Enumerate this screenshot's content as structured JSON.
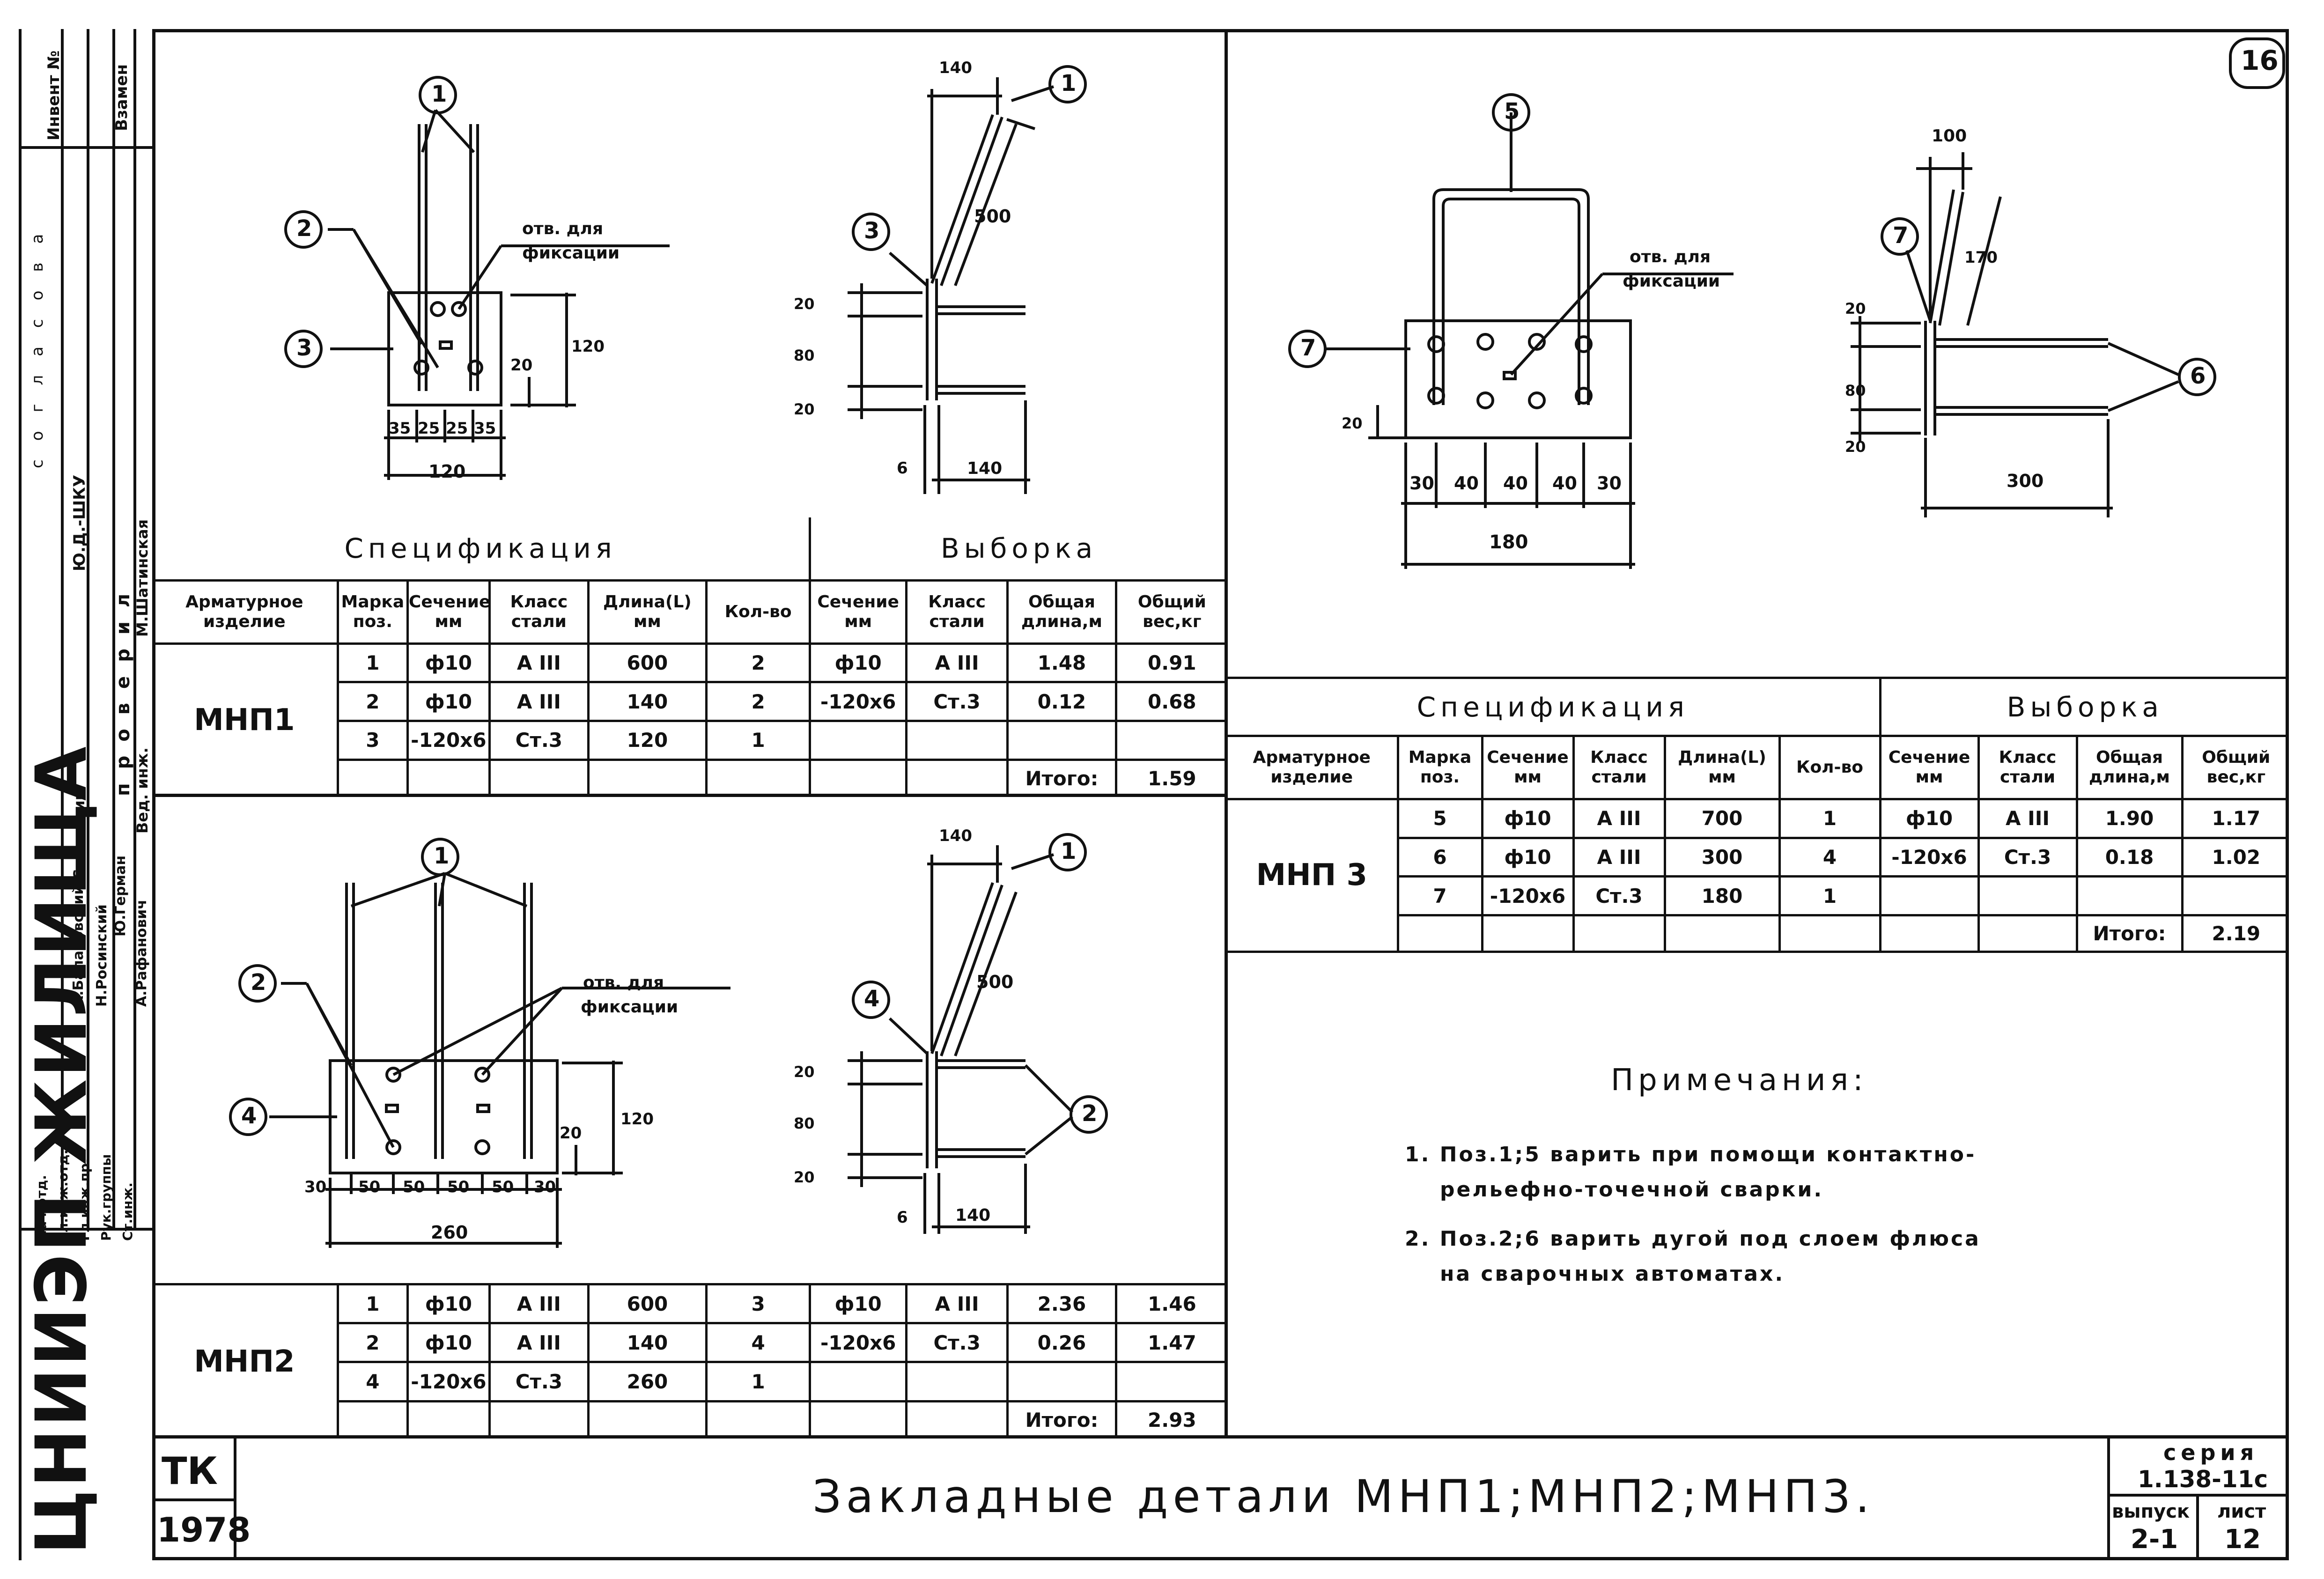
{
  "sheet_number": "16",
  "drawing_title": "Закладные детали МНП1;МНП2;МНП3.",
  "stamp": {
    "tk": "ТК",
    "year": "1978",
    "org": "ЦНИИЭП ЖИЛИЩА"
  },
  "series": {
    "label": "серия",
    "value": "1.138-11с",
    "issue_label": "выпуск",
    "issue": "2-1",
    "sheet_label": "лист",
    "sheet": "12"
  },
  "left_strip": {
    "cols": [
      "Инвент №",
      "Взамен"
    ],
    "agreed": "согласова",
    "inspected": "проверил",
    "signatures": [
      "Ю.Д.-ШКУ",
      "М.Шатинская",
      "Вед. инж.",
      "Ст. техник",
      "А.Балановский",
      "Н.Росинский",
      "Ю.Герман",
      "А.Рафанович"
    ],
    "roles": [
      "Нач.отд.",
      "Гл.инж.отд.",
      "Гл.инж.пр.",
      "Рук.группы",
      "Ст.инж."
    ]
  },
  "spec1": {
    "heading_spec": "Спецификация",
    "heading_sel": "Выборка",
    "headers": [
      "Арматурное изделие",
      "Марка поз.",
      "Сечение мм",
      "Класс стали",
      "Длина(L) мм",
      "Кол-во",
      "Сечение мм",
      "Класс стали",
      "Общая длина,м",
      "Общий вес,кг"
    ],
    "item": "МНП1",
    "rows": [
      [
        "1",
        "ф10",
        "А III",
        "600",
        "2",
        "ф10",
        "А III",
        "1.48",
        "0.91"
      ],
      [
        "2",
        "ф10",
        "А III",
        "140",
        "2",
        "-120х6",
        "Ст.3",
        "0.12",
        "0.68"
      ],
      [
        "3",
        "-120х6",
        "Ст.3",
        "120",
        "1",
        "",
        "",
        "",
        ""
      ]
    ],
    "total_label": "Итого:",
    "total": "1.59"
  },
  "spec2": {
    "item": "МНП2",
    "rows": [
      [
        "1",
        "ф10",
        "А III",
        "600",
        "3",
        "ф10",
        "А III",
        "2.36",
        "1.46"
      ],
      [
        "2",
        "ф10",
        "А III",
        "140",
        "4",
        "-120х6",
        "Ст.3",
        "0.26",
        "1.47"
      ],
      [
        "4",
        "-120х6",
        "Ст.3",
        "260",
        "1",
        "",
        "",
        "",
        ""
      ]
    ],
    "total_label": "Итого:",
    "total": "2.93"
  },
  "spec3": {
    "heading_spec": "Спецификация",
    "heading_sel": "Выборка",
    "headers": [
      "Арматурное изделие",
      "Марка поз.",
      "Сечение мм",
      "Класс стали",
      "Длина(L) мм",
      "Кол-во",
      "Сечение мм",
      "Класс стали",
      "Общая длина,м",
      "Общий вес,кг"
    ],
    "item": "МНП 3",
    "rows": [
      [
        "5",
        "ф10",
        "А III",
        "700",
        "1",
        "ф10",
        "А III",
        "1.90",
        "1.17"
      ],
      [
        "6",
        "ф10",
        "А III",
        "300",
        "4",
        "-120х6",
        "Ст.3",
        "0.18",
        "1.02"
      ],
      [
        "7",
        "-120х6",
        "Ст.3",
        "180",
        "1",
        "",
        "",
        "",
        ""
      ]
    ],
    "total_label": "Итого:",
    "total": "2.19"
  },
  "notes": {
    "title": "Примечания:",
    "items": [
      "1. Поз.1;5 варить при помощи контактно-",
      "рельефно-точечной сварки.",
      "2. Поз.2;6 варить дугой под слоем флюса",
      "на сварочных автоматах."
    ]
  },
  "drawings": {
    "hole_note_1": "отв. для",
    "hole_note_2": "фиксации",
    "mnp1_dims": [
      "35",
      "25",
      "25",
      "35",
      "120",
      "20",
      "120"
    ],
    "mnp1_side": [
      "140",
      "500",
      "20",
      "80",
      "20",
      "6",
      "140"
    ],
    "mnp2_dims": [
      "30",
      "50",
      "50",
      "50",
      "50",
      "30",
      "260",
      "20",
      "120"
    ],
    "mnp2_side": [
      "140",
      "500",
      "20",
      "80",
      "20",
      "6",
      "140"
    ],
    "mnp3_dims": [
      "30",
      "40",
      "40",
      "40",
      "30",
      "180",
      "20"
    ],
    "mnp3_side": [
      "100",
      "170",
      "20",
      "80",
      "20",
      "300"
    ],
    "callouts": [
      "1",
      "2",
      "3",
      "4",
      "5",
      "6",
      "7"
    ]
  }
}
